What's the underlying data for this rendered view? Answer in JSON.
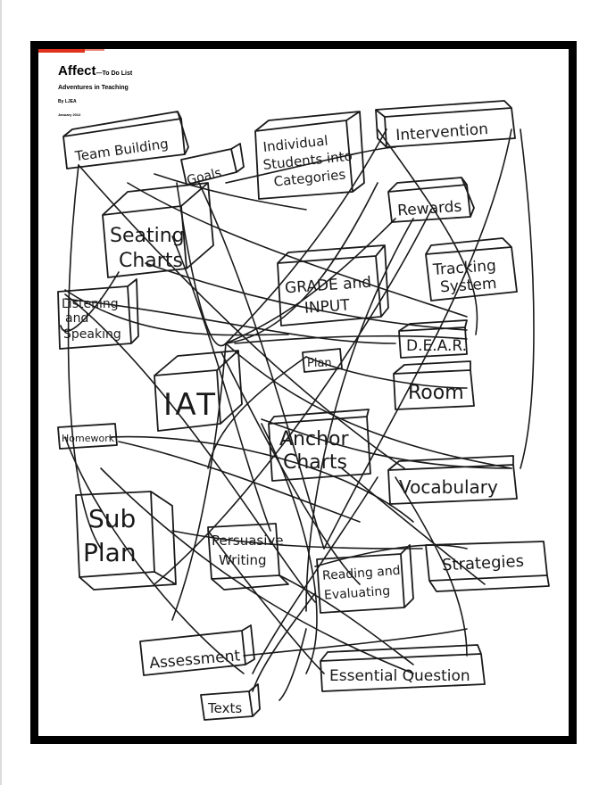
{
  "document": {
    "title": "Affect",
    "title_suffix": "—To Do List",
    "subtitle": "Adventures in Teaching",
    "author": "By LJEA",
    "date": "January 2012"
  },
  "mindmap": {
    "nodes": {
      "team_building": "Team Building",
      "goals": "Goals",
      "individual_1": "Individual",
      "individual_2": "Students into",
      "individual_3": "Categories",
      "intervention": "Intervention",
      "rewards": "Rewards",
      "seating_1": "Seating",
      "seating_2": "Charts",
      "tracking_1": "Tracking",
      "tracking_2": "System",
      "grade_1": "GRADE and",
      "grade_2": "INPUT",
      "listening_1": "Listening",
      "listening_2": "and",
      "listening_3": "Speaking",
      "dear": "D.E.A.R.",
      "plan": "Plan",
      "iat": "IAT",
      "room": "Room",
      "homework": "Homework",
      "anchor_1": "Anchor",
      "anchor_2": "Charts",
      "vocabulary": "Vocabulary",
      "sub_1": "Sub",
      "sub_2": "Plan",
      "persuasive_1": "Persuasive",
      "persuasive_2": "Writing",
      "reading_1": "Reading and",
      "reading_2": "Evaluating",
      "strategies": "Strategies",
      "assessment": "Assessment",
      "essential": "Essential Question",
      "texts": "Texts"
    }
  },
  "colors": {
    "accent": "#e0321c",
    "ink": "#1a1a1a",
    "frame": "#000000"
  }
}
